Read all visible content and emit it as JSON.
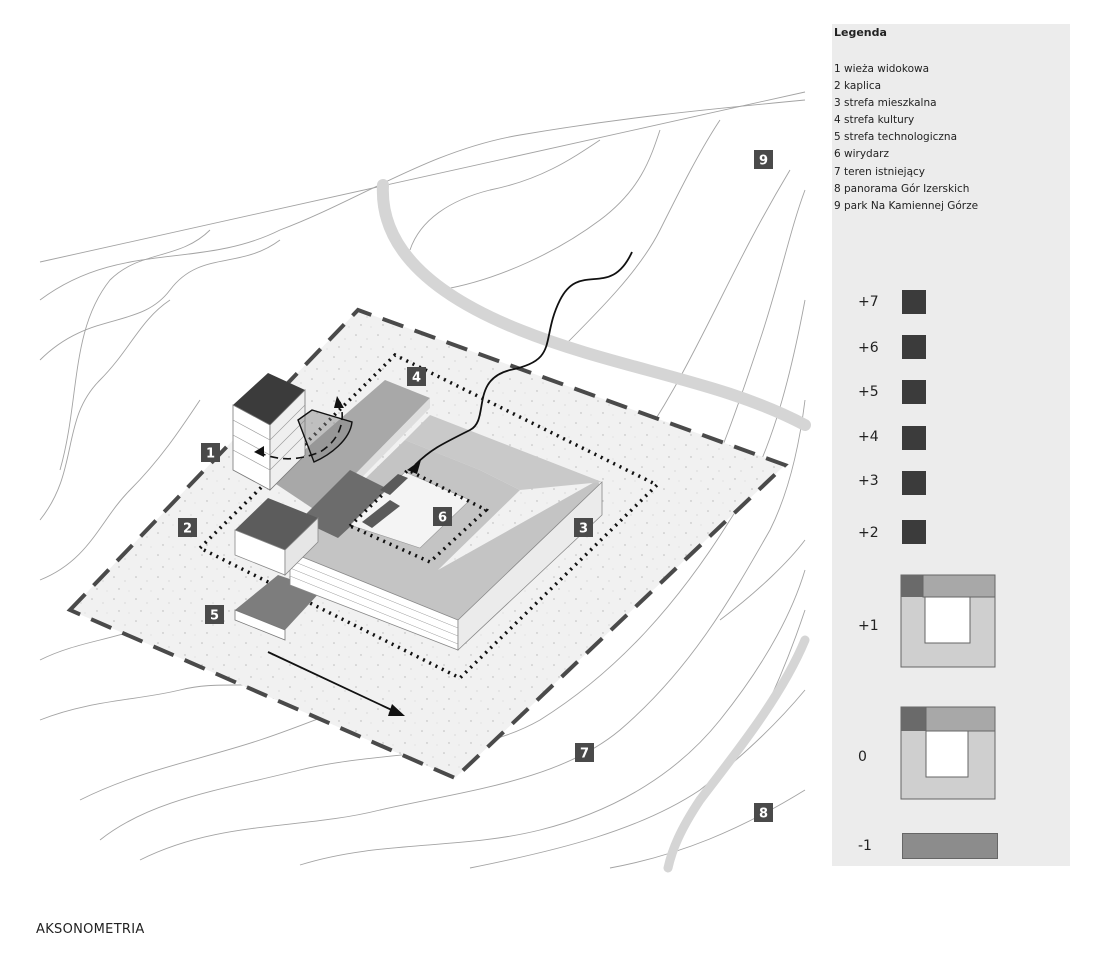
{
  "legend": {
    "title": "Legenda",
    "items": [
      "1 wieża widokowa",
      "2 kaplica",
      "3 strefa mieszkalna",
      "4 strefa kultury",
      "5 strefa technologiczna",
      "6 wirydarz",
      "7 teren istniejący",
      "8 panorama Gór Izerskich",
      "9  park Na Kamiennej Górze"
    ]
  },
  "levels": [
    "+7",
    "+6",
    "+5",
    "+4",
    "+3",
    "+2",
    "+1",
    "0",
    "-1"
  ],
  "markers": [
    "1",
    "2",
    "3",
    "4",
    "5",
    "6",
    "7",
    "8",
    "9"
  ],
  "caption": "AKSONOMETRIA",
  "colors": {
    "dark_block": "#3b3b3b",
    "mid_block": "#7d7d7d",
    "light_block": "#c9c9c9",
    "panel_bg": "#ececec",
    "contour": "#9a9a9a"
  }
}
